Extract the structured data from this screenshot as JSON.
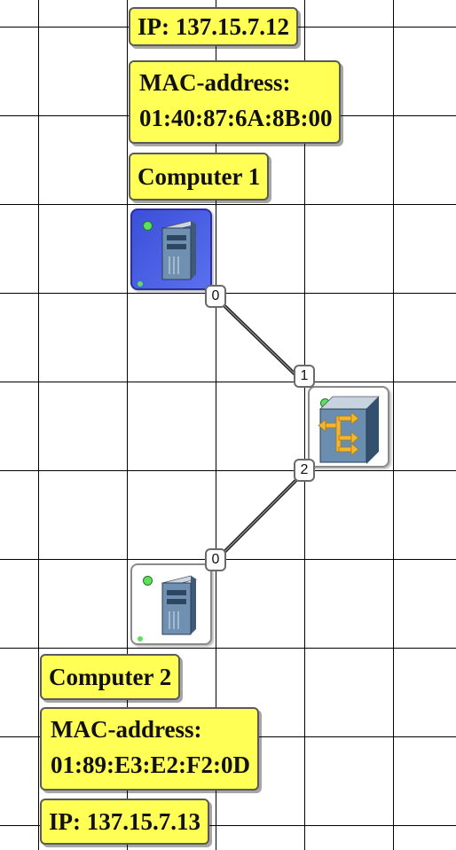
{
  "computer1": {
    "ip_label": "IP: 137.15.7.12",
    "mac_line1": "MAC-address:",
    "mac_line2": "01:40:87:6A:8B:00",
    "name": "Computer 1",
    "port": "0"
  },
  "switch": {
    "port_top": "1",
    "port_bottom": "2"
  },
  "computer2": {
    "name": "Computer 2",
    "mac_line1": "MAC-address:",
    "mac_line2": "01:89:E3:E2:F2:0D",
    "ip_label": "IP: 137.15.7.13",
    "port": "0"
  },
  "colors": {
    "label_bg": "#ffff55",
    "selected_node": "#3b4fd8",
    "led": "#5de05d",
    "switch_arrows": "#f2b632"
  }
}
